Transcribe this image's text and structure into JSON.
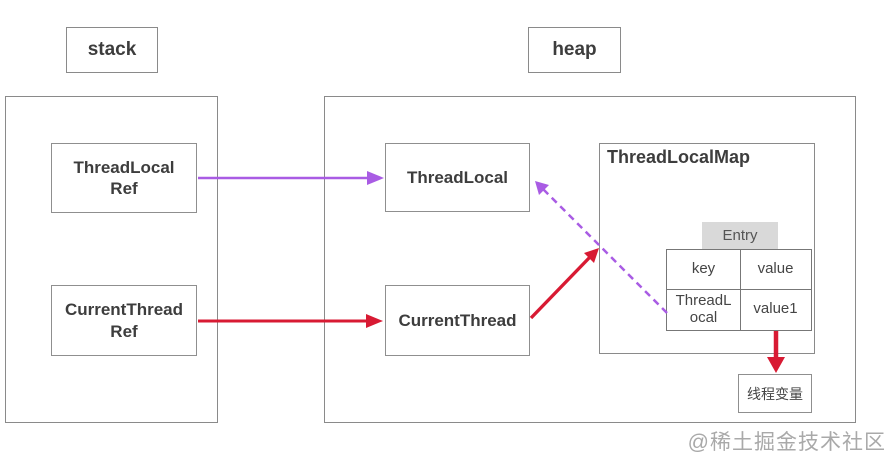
{
  "titles": {
    "stack": "stack",
    "heap": "heap"
  },
  "nodes": {
    "thread_local_ref": {
      "line1": "ThreadLocal",
      "line2": "Ref"
    },
    "current_thread_ref": {
      "line1": "CurrentThread",
      "line2": "Ref"
    },
    "thread_local": {
      "label": "ThreadLocal"
    },
    "current_thread": {
      "label": "CurrentThread"
    },
    "thread_local_map": {
      "title": "ThreadLocalMap"
    },
    "thread_variable": {
      "label": "线程变量"
    }
  },
  "entry_table": {
    "tag": "Entry",
    "headers": [
      "key",
      "value"
    ],
    "row": {
      "key_line1": "ThreadL",
      "key_line2": "ocal",
      "value": "value1"
    }
  },
  "watermark": "@稀土掘金技术社区",
  "colors": {
    "purple": "#a95ce4",
    "red": "#d81a33"
  },
  "edges": [
    {
      "from": "ThreadLocalRef",
      "to": "ThreadLocal",
      "style": "solid",
      "color": "purple"
    },
    {
      "from": "CurrentThreadRef",
      "to": "CurrentThread",
      "style": "solid",
      "color": "red"
    },
    {
      "from": "CurrentThread",
      "to": "ThreadLocalMap",
      "style": "solid",
      "color": "red"
    },
    {
      "from": "Entry.key",
      "to": "ThreadLocal",
      "style": "dashed",
      "color": "purple"
    },
    {
      "from": "Entry.value1",
      "to": "线程变量",
      "style": "solid",
      "color": "red"
    }
  ]
}
